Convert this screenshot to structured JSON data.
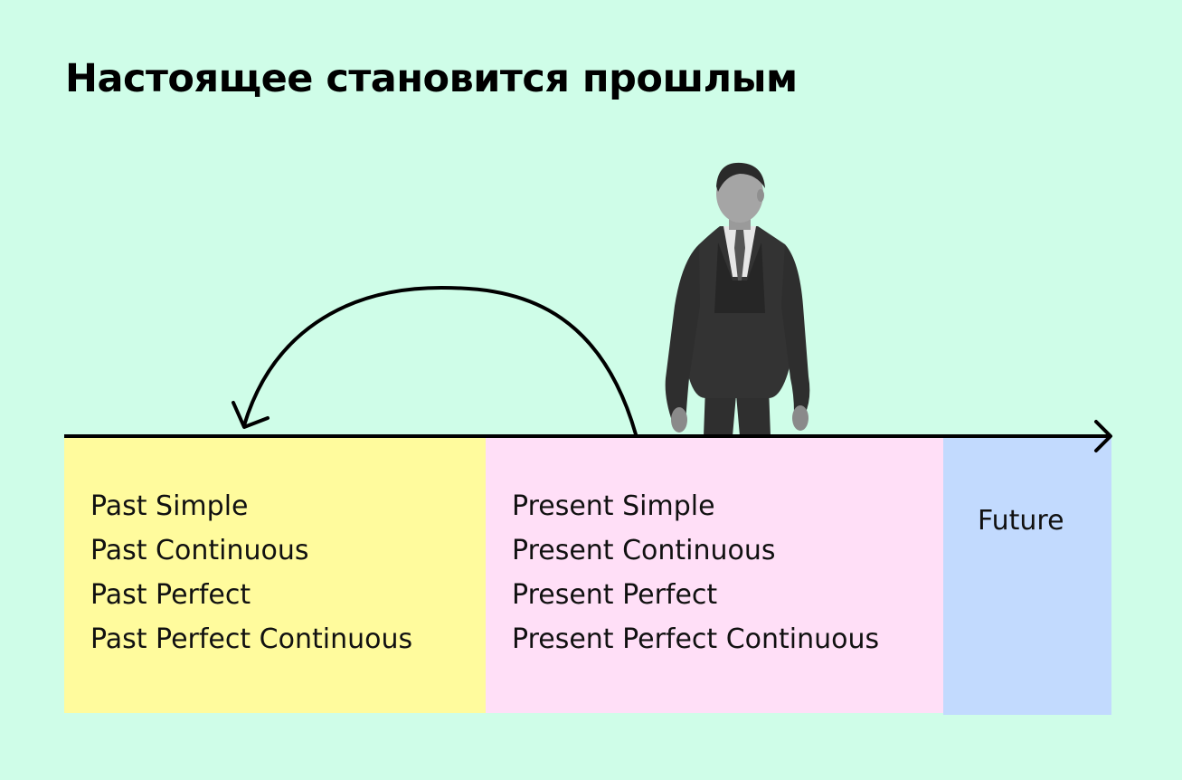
{
  "title": "Настоящее становится прошлым",
  "colors": {
    "background": "#cffde8",
    "past": "#fffb9d",
    "present": "#ffdff7",
    "future": "#c2dafe",
    "line": "#000000"
  },
  "person_image": "man-in-suit-walking",
  "panels": {
    "past": {
      "items": [
        "Past Simple",
        "Past Continuous",
        "Past Perfect",
        "Past Perfect Continuous"
      ]
    },
    "present": {
      "items": [
        "Present Simple",
        "Present Continuous",
        "Present Perfect",
        "Present Perfect Continuous"
      ]
    },
    "future": {
      "items": [
        "Future"
      ]
    }
  }
}
